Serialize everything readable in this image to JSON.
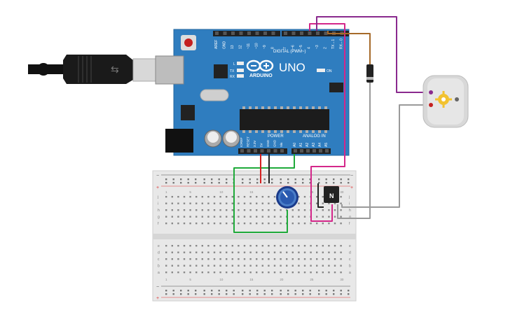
{
  "arduino": {
    "logo_text": "ARDUINO",
    "model": "UNO",
    "digital_label": "DIGITAL (PWM~)",
    "analog_label": "ANALOG IN",
    "power_label": "POWER",
    "on_label": "ON",
    "l_label": "L",
    "tx_label": "TX",
    "rx_label": "RX",
    "digital_pins": [
      "AREF",
      "GND",
      "13",
      "12",
      "~11",
      "~10",
      "~9",
      "8",
      "7",
      "~6",
      "~5",
      "4",
      "~3",
      "2",
      "TX→1",
      "RX←0"
    ],
    "power_pins": [
      "IOREF",
      "RESET",
      "3.3V",
      "5V",
      "GND",
      "GND",
      "Vin"
    ],
    "analog_pins": [
      "A0",
      "A1",
      "A2",
      "A3",
      "A4",
      "A5"
    ]
  },
  "transistor": {
    "label": "N"
  },
  "breadboard": {
    "rows_top": [
      "j",
      "i",
      "h",
      "g",
      "f"
    ],
    "rows_bottom": [
      "e",
      "d",
      "c",
      "b",
      "a"
    ],
    "column_numbers": [
      "1",
      "5",
      "10",
      "15",
      "20",
      "25",
      "30"
    ]
  },
  "colors": {
    "board": "#2f7dbf",
    "wire_green": "#1faa3a",
    "wire_magenta": "#d4278a",
    "wire_purple": "#8a2a8e",
    "wire_red": "#d42020",
    "wire_black": "#222222",
    "wire_brown": "#a66a2a",
    "wire_gray": "#9a9a9a"
  }
}
